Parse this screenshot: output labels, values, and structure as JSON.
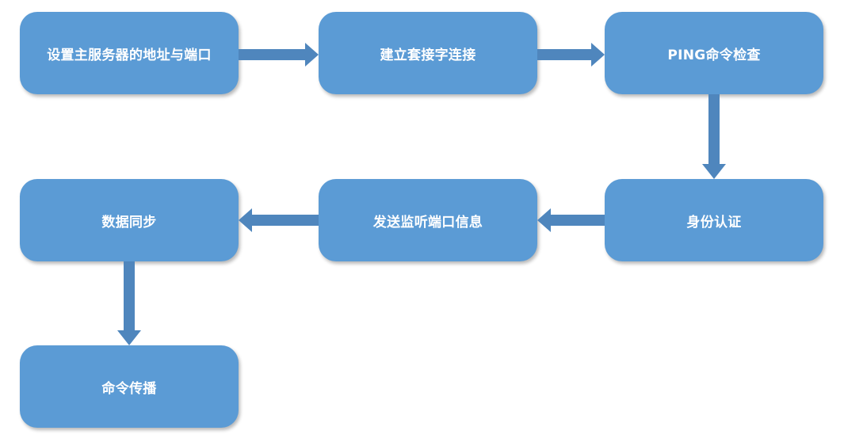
{
  "diagram": {
    "nodes": [
      {
        "id": "set-server-address",
        "label": "设置主服务器的地址与端口"
      },
      {
        "id": "build-socket",
        "label": "建立套接字连接"
      },
      {
        "id": "ping-check",
        "label": "PING命令检查"
      },
      {
        "id": "auth",
        "label": "身份认证"
      },
      {
        "id": "send-listen-port",
        "label": "发送监听端口信息"
      },
      {
        "id": "data-sync",
        "label": "数据同步"
      },
      {
        "id": "command-propagation",
        "label": "命令传播"
      }
    ],
    "edges": [
      {
        "from": "set-server-address",
        "to": "build-socket"
      },
      {
        "from": "build-socket",
        "to": "ping-check"
      },
      {
        "from": "ping-check",
        "to": "auth"
      },
      {
        "from": "auth",
        "to": "send-listen-port"
      },
      {
        "from": "send-listen-port",
        "to": "data-sync"
      },
      {
        "from": "data-sync",
        "to": "command-propagation"
      }
    ],
    "colors": {
      "node_fill": "#5b9bd5",
      "arrow_fill": "#4f86bd",
      "text": "#ffffff"
    }
  }
}
